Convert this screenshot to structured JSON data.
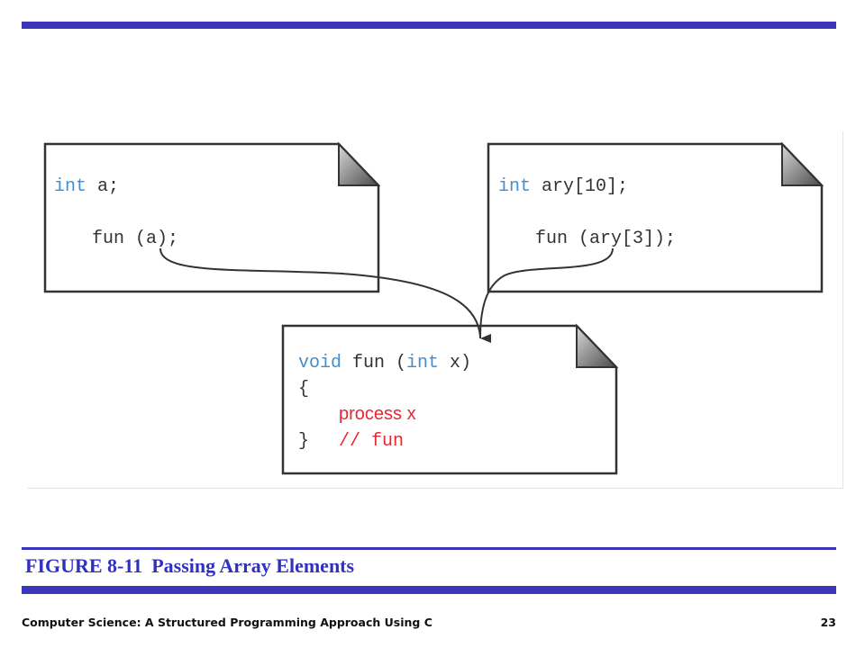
{
  "slide": {
    "caption_number": "FIGURE 8-11",
    "caption_title": "Passing Array Elements",
    "footer_text": "Computer Science: A Structured Programming Approach Using C",
    "page_number": "23",
    "accent_color": "#3b35b9"
  },
  "diagram": {
    "left_note": {
      "line1_type": "int",
      "line1_rest": "a;",
      "line2": "fun (a);"
    },
    "right_note": {
      "line1_type": "int",
      "line1_rest": "ary[10];",
      "line2": "fun (ary[3]);"
    },
    "bottom_note": {
      "sig_void": "void",
      "sig_fun": "fun (",
      "sig_int": "int",
      "sig_param": "x)",
      "open_brace": "{",
      "body": "process x",
      "close_brace": "}",
      "comment": "// fun"
    }
  }
}
